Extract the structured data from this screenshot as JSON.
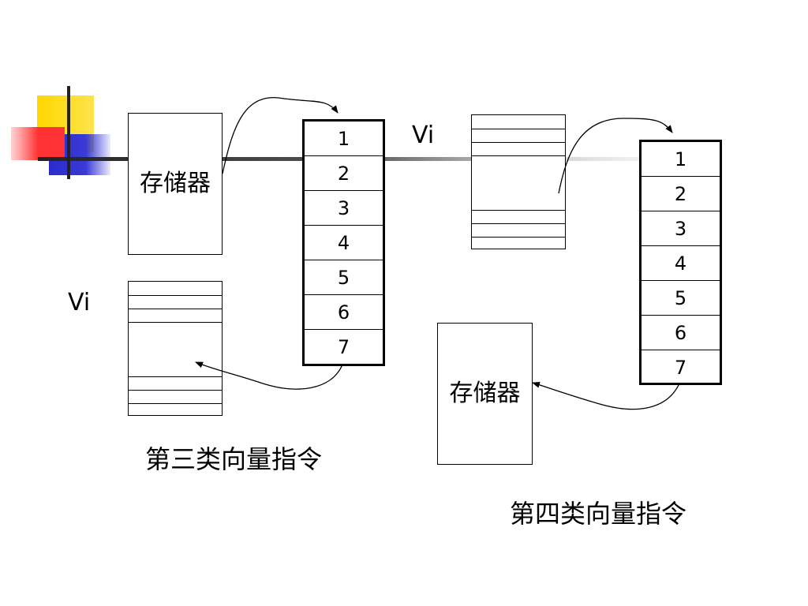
{
  "left": {
    "memory_label": "存储器",
    "vi_label": "Vi",
    "vector_cells": [
      "1",
      "2",
      "3",
      "4",
      "5",
      "6",
      "7"
    ],
    "caption": "第三类向量指令"
  },
  "right": {
    "memory_label": "存储器",
    "vi_label": "Vi",
    "vector_cells": [
      "1",
      "2",
      "3",
      "4",
      "5",
      "6",
      "7"
    ],
    "caption": "第四类向量指令"
  },
  "colors": {
    "deco_yellow": "#FFD700",
    "deco_red": "#FF4D4D",
    "deco_blue": "#2B2BCC",
    "deco_bar": "#333333"
  }
}
